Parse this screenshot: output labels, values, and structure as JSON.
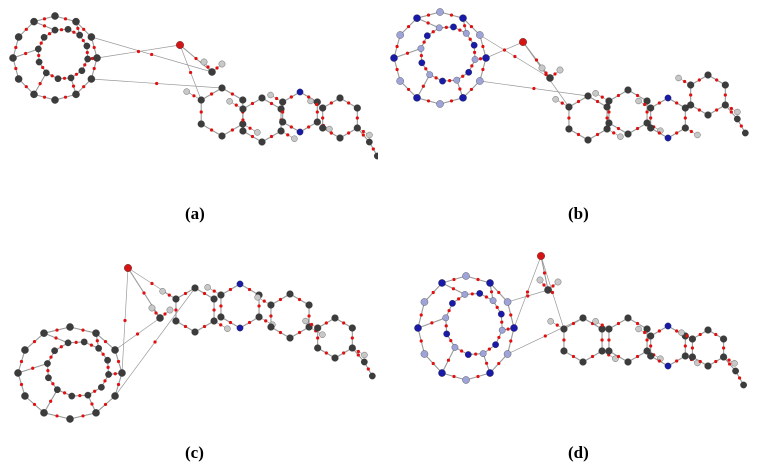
{
  "figure": {
    "panels": [
      {
        "id": "a",
        "label": "(a)",
        "cage": "carbon"
      },
      {
        "id": "b",
        "label": "(b)",
        "cage": "boron-nitride"
      },
      {
        "id": "c",
        "label": "(c)",
        "cage": "carbon"
      },
      {
        "id": "d",
        "label": "(d)",
        "cage": "boron-nitride"
      }
    ]
  },
  "colors": {
    "carbon": "#3c3c3c",
    "hydrogen": "#c8c8c8",
    "oxygen": "#d41515",
    "nitrogen": "#1a1aa8",
    "boron": "#9ea3d8",
    "critical_point": "#e01010",
    "bond_path": "#999999"
  }
}
